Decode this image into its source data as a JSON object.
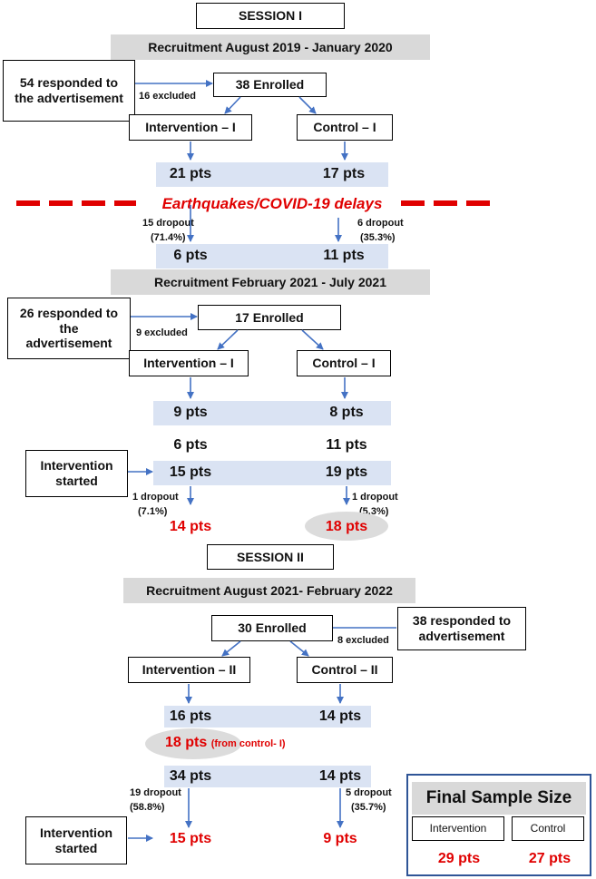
{
  "session1": {
    "title": "SESSION I",
    "recruitment": "Recruitment August 2019 - January 2020",
    "responded": "54 responded to the advertisement",
    "excluded": "16 excluded",
    "enrolled": "38 Enrolled",
    "intervention_label": "Intervention – I",
    "control_label": "Control – I",
    "intervention_pts": "21 pts",
    "control_pts": "17 pts",
    "delay_banner": "Earthquakes/COVID-19 delays",
    "intervention_dropout": "15 dropout",
    "intervention_dropout_pct": "(71.4%)",
    "control_dropout": "6 dropout",
    "control_dropout_pct": "(35.3%)",
    "intervention_remaining": "6 pts",
    "control_remaining": "11 pts"
  },
  "recruitment2": {
    "recruitment": "Recruitment February 2021 - July 2021",
    "responded": "26 responded to the advertisement",
    "excluded": "9 excluded",
    "enrolled": "17 Enrolled",
    "intervention_label": "Intervention – I",
    "control_label": "Control – I",
    "intervention_pts": "9 pts",
    "control_pts": "8 pts",
    "carried_intervention": "6 pts",
    "carried_control": "11 pts",
    "intervention_started": "Intervention started",
    "total_intervention": "15 pts",
    "total_control": "19 pts",
    "intervention_dropout": "1 dropout",
    "intervention_dropout_pct": "(7.1%)",
    "control_dropout": "1 dropout",
    "control_dropout_pct": "(5.3%)",
    "final_intervention": "14 pts",
    "final_control": "18 pts"
  },
  "session2": {
    "title": "SESSION II",
    "recruitment": "Recruitment August 2021- February 2022",
    "enrolled": "30 Enrolled",
    "excluded": "8 excluded",
    "responded": "38 responded to advertisement",
    "intervention_label": "Intervention – II",
    "control_label": "Control – II",
    "intervention_pts": "16 pts",
    "control_pts": "14 pts",
    "transfer_pts": "18 pts",
    "transfer_note": "(from control- I)",
    "total_intervention": "34 pts",
    "total_control": "14 pts",
    "intervention_dropout": "19 dropout",
    "intervention_dropout_pct": "(58.8%)",
    "control_dropout": "5 dropout",
    "control_dropout_pct": "(35.7%)",
    "intervention_started": "Intervention started",
    "final_intervention": "15 pts",
    "final_control": "9 pts"
  },
  "final_sample": {
    "title": "Final Sample Size",
    "intervention_label": "Intervention",
    "control_label": "Control",
    "intervention_pts": "29 pts",
    "control_pts": "27 pts"
  },
  "colors": {
    "arrow": "#4472c4",
    "highlight": "#e00000",
    "band": "#d9d9d9",
    "pts_band": "#dae3f3"
  }
}
